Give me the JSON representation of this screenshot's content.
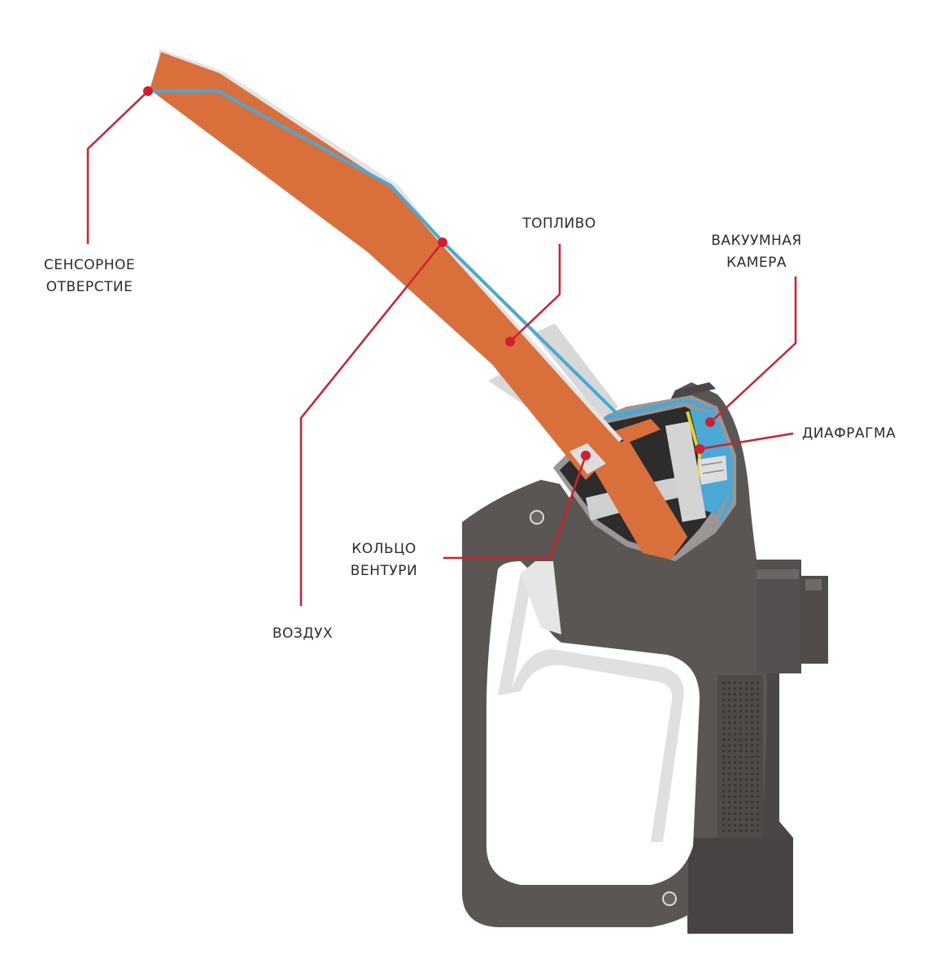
{
  "labels": {
    "sensor_hole": [
      "СЕНСОРНОЕ",
      "ОТВЕРСТИЕ"
    ],
    "fuel": "ТОПЛИВО",
    "vacuum_chamber": [
      "ВАКУУМНАЯ",
      "КАМЕРА"
    ],
    "diaphragm": "ДИАФРАГМА",
    "venturi_ring": [
      "КОЛЬЦО",
      "ВЕНТУРИ"
    ],
    "air": "ВОЗДУХ"
  },
  "colors": {
    "fuel": "#d9703c",
    "air_channel": "#4aa8d4",
    "body": "#585452",
    "body_dark": "#3b3b3b",
    "internal_dark": "#2c2c2c",
    "cutaway_grey": "#d8d8d8",
    "leader_line": "#d0202e",
    "diaphragm": "#e6d22a",
    "text": "#2b2b2b"
  }
}
